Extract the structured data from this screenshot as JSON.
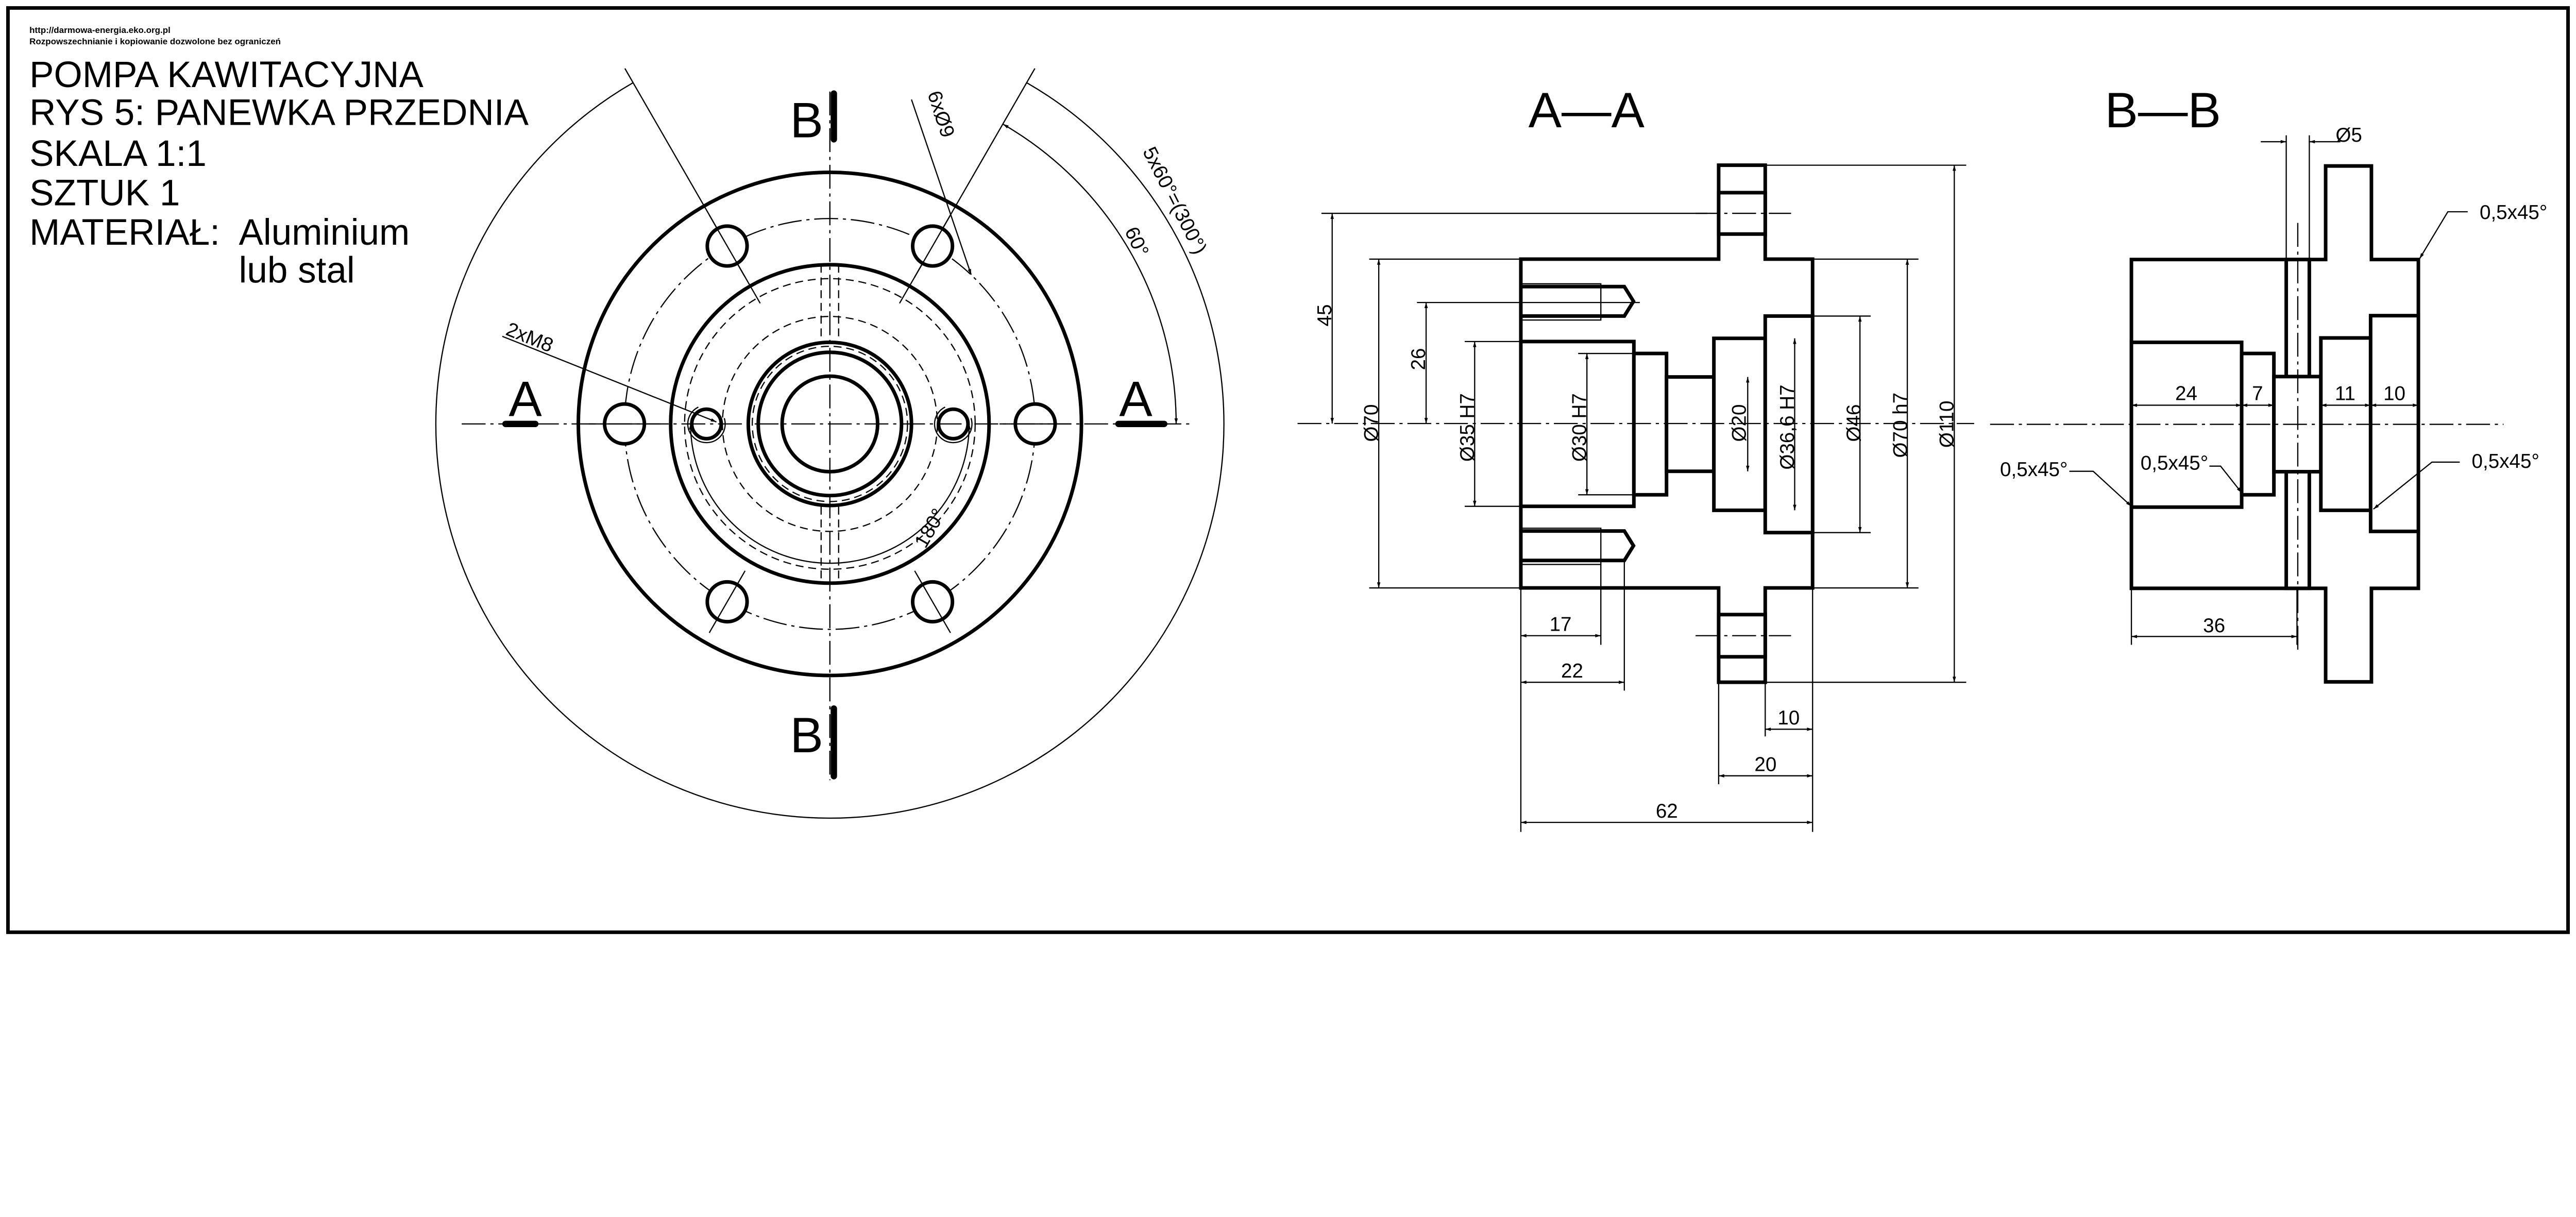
{
  "header": {
    "url": "http://darmowa-energia.eko.org.pl",
    "license": "Rozpowszechnianie i kopiowanie dozwolone bez ograniczeń"
  },
  "title_block": {
    "line1": "POMPA KAWITACYJNA",
    "line2": "RYS 5: PANEWKA PRZEDNIA",
    "line3": "SKALA 1:1",
    "line4": "SZTUK 1",
    "material_label": "MATERIAŁ:",
    "material_value1": "Aluminium",
    "material_value2": "lub stal"
  },
  "front_view": {
    "section_a": "A",
    "section_b": "B",
    "holes_label": "6xØ9",
    "thread_label": "2xM8",
    "angle_pattern": "5x60°=(300°)",
    "angle_single": "60°",
    "angle_thread": "180°"
  },
  "section_aa": {
    "title": "A—A",
    "dims": {
      "d45": "45",
      "d26": "26",
      "phi70": "Ø70",
      "phi35": "Ø35 H7",
      "phi30": "Ø30 H7",
      "phi20": "Ø20",
      "phi36_6": "Ø36,6 H7",
      "phi46": "Ø46",
      "phi70h7": "Ø70 h7",
      "phi110": "Ø110",
      "d17": "17",
      "d22": "22",
      "d10": "10",
      "d20": "20",
      "d62": "62"
    }
  },
  "section_bb": {
    "title": "B—B",
    "dims": {
      "phi5": "Ø5",
      "d24": "24",
      "d7": "7",
      "d11": "11",
      "d10": "10",
      "d36": "36",
      "chamfer_top_right": "0,5x45°",
      "chamfer_bottom_right": "0,5x45°",
      "chamfer_left": "0,5x45°",
      "chamfer_middle": "0,5x45°"
    }
  }
}
